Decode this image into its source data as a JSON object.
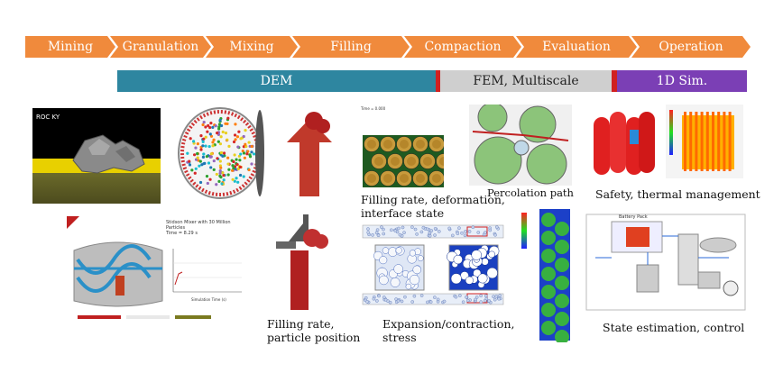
{
  "process_steps": [
    "Mining",
    "Granulation",
    "Mixing",
    "Filling",
    "Compaction",
    "Evaluation",
    "Operation"
  ],
  "methods": {
    "dem": "DEM",
    "fem": "FEM, Multiscale",
    "sim1d": "1D Sim."
  },
  "colors": {
    "process": "#f08a3c",
    "dem": "#2e86a0",
    "fem": "#cfcfcf",
    "sim1d": "#7b3fb5",
    "separator": "#d02020"
  },
  "figures": {
    "rocky_logo": "ROC KY",
    "mixer_title_1": "Stidson Mixer with 30 Million Particles",
    "mixer_title_2": "Time = 8.29 s",
    "mixer_xlabel": "Simulation Time (s)",
    "battery_pack": "Battery Pack"
  },
  "captions": {
    "filling_deformation_1": "Filling rate, deformation,",
    "filling_deformation_2": "interface state",
    "percolation": "Percolation path",
    "safety": "Safety, thermal management",
    "filling_position_1": "Filling rate,",
    "filling_position_2": "particle position",
    "expansion_1": "Expansion/contraction,",
    "expansion_2": "stress",
    "state_estimation": "State estimation, control"
  }
}
